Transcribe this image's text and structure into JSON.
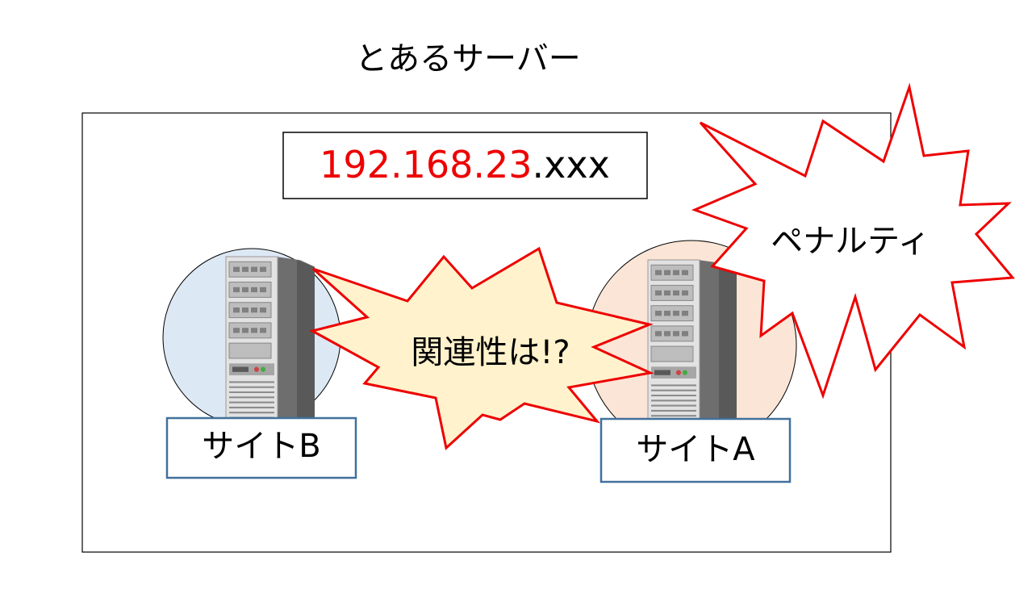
{
  "title": "とあるサーバー",
  "ip_address": {
    "highlighted": "192.168.23",
    "rest": ".xxx",
    "highlight_color": "#ee0000",
    "text_color": "#000000"
  },
  "relation_burst": {
    "label": "関連性は!?",
    "fill": "#fff2cc",
    "stroke": "#ee0000"
  },
  "penalty_burst": {
    "label": "ペナルティ",
    "fill": "#ffffff",
    "stroke": "#ee0000"
  },
  "site_b": {
    "label": "サイトB",
    "circle_fill": "#dde8f5",
    "box_border": "#41719c",
    "icon": "server-tower-icon"
  },
  "site_a": {
    "label": "サイトA",
    "circle_fill": "#fbe5d6",
    "box_border": "#41719c",
    "icon": "server-tower-icon"
  }
}
